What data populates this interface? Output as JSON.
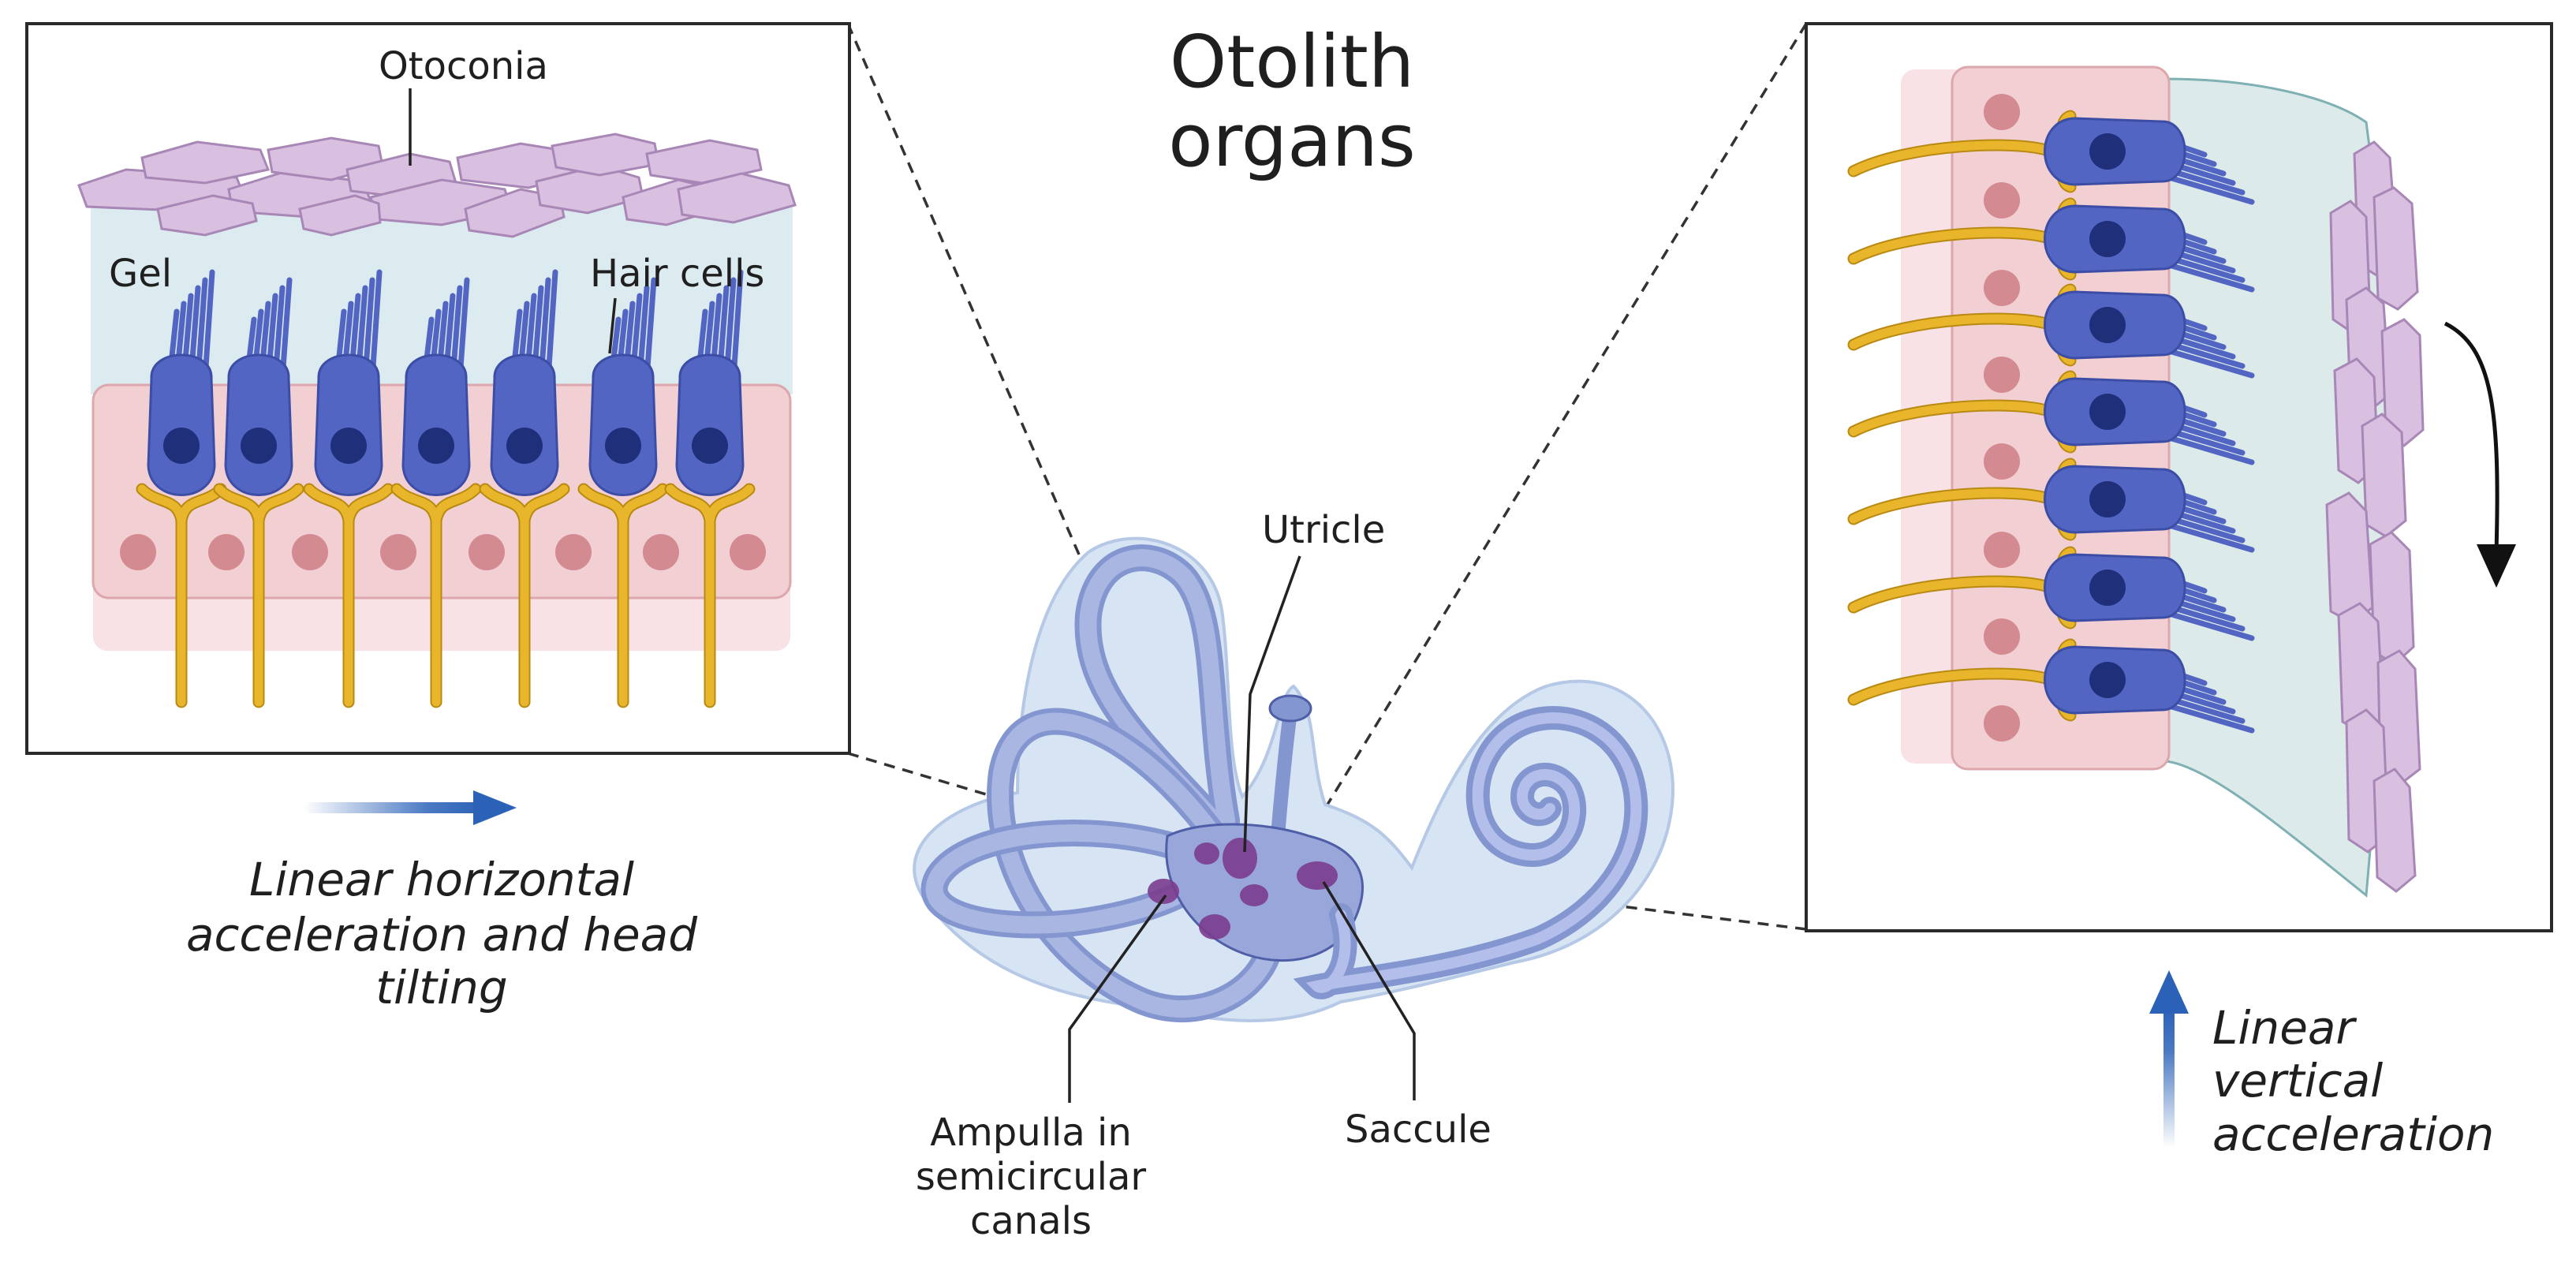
{
  "title_line1": "Otolith",
  "title_line2": "organs",
  "left_inset": {
    "label_otoconia": "Otoconia",
    "label_gel": "Gel",
    "label_hair_cells": "Hair cells"
  },
  "left_caption": {
    "line1": "Linear horizontal",
    "line2": "acceleration and head",
    "line3": "tilting"
  },
  "ear_labels": {
    "utricle": "Utricle",
    "saccule": "Saccule",
    "ampulla_line1": "Ampulla in",
    "ampulla_line2": "semicircular",
    "ampulla_line3": "canals"
  },
  "right_caption": {
    "line1": "Linear",
    "line2": "vertical",
    "line3": "acceleration"
  },
  "colors": {
    "hair_cell": "#5265c2",
    "hair_nucleus": "#1f2f7a",
    "nerve": "#e9b52a",
    "supporting_cell": "#f2cfd2",
    "gel": "#dcebf0",
    "otoconia": "#d9bfe0",
    "arrow_blue": "#2b62b8",
    "macula": "#7b3c8f"
  }
}
